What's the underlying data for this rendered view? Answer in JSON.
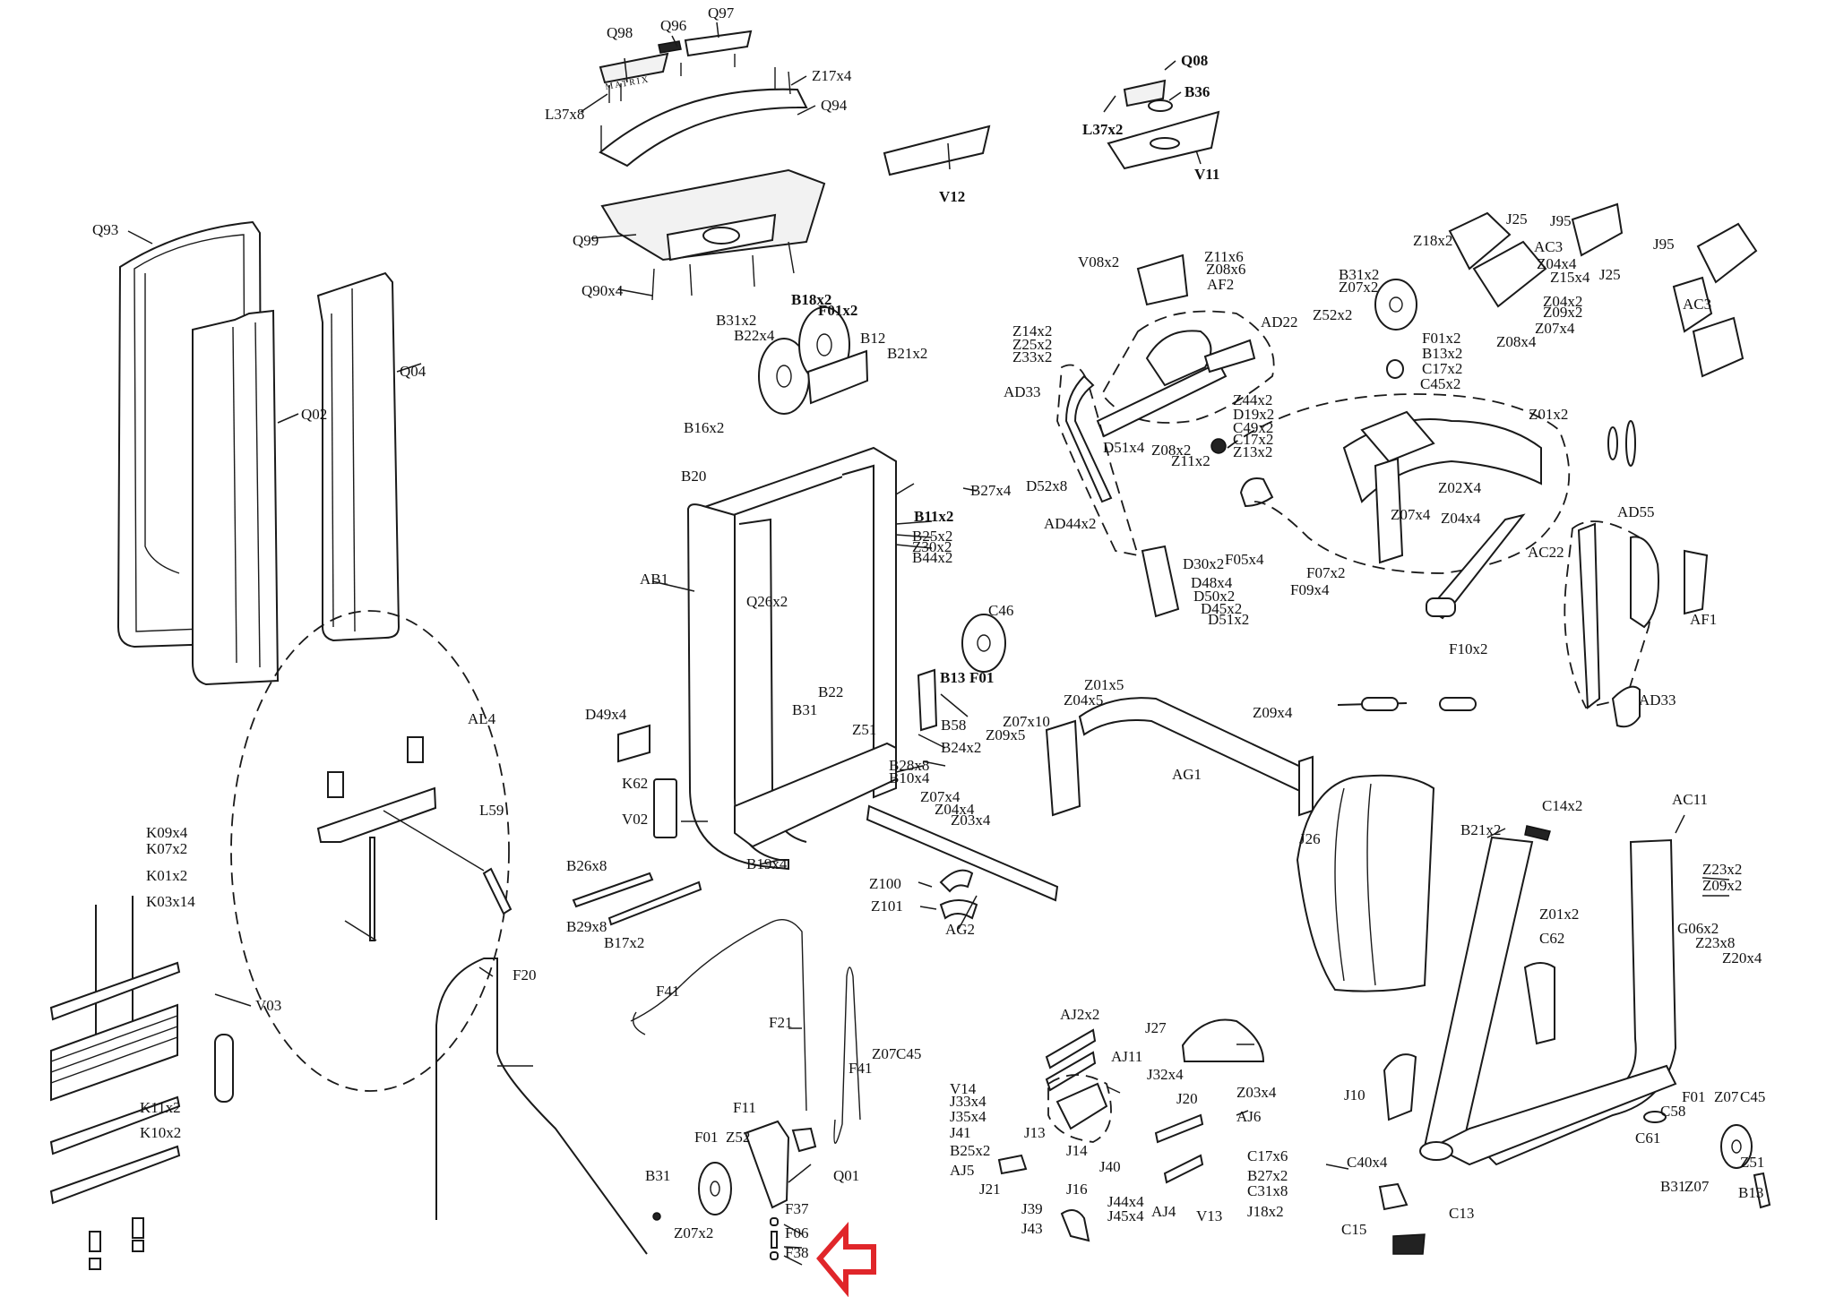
{
  "diagram": {
    "title": "Exploded parts diagram",
    "brand_text": "MATRIX",
    "highlight_color": "#e0262a",
    "highlighted_part": "F38",
    "labels": {
      "console": [
        "Q98",
        "Q96",
        "Q97",
        "Z17x4",
        "L37x8",
        "Q94",
        "Q99",
        "Q90x4"
      ],
      "shrouds": [
        "Q93",
        "Q02",
        "Q04"
      ],
      "decals": [
        "V12",
        "Q08",
        "B36",
        "L37x2",
        "V11"
      ],
      "top_pulleys": [
        "B18x2",
        "F01x2",
        "B31x2",
        "B22x4",
        "B12",
        "B21x2",
        "B16x2",
        "B20",
        "B27x4",
        "B11x2",
        "B25x2",
        "Z30x2",
        "B44x2",
        "Q26x2"
      ],
      "main_frame": [
        "AB1",
        "C46",
        "B13",
        "F01",
        "B22",
        "B31",
        "Z51",
        "B58",
        "B24x2",
        "D49x4",
        "K62",
        "B28x8",
        "B10x4",
        "V02",
        "B26x8",
        "B19x4",
        "B29x8",
        "B17x2",
        "Z07x4",
        "Z04x4",
        "Z03x4",
        "Z100",
        "Z101",
        "AG2"
      ],
      "selector": [
        "AL4",
        "L59"
      ],
      "weight_stack": [
        "K09x4",
        "K07x2",
        "K01x2",
        "K03x14",
        "V03",
        "K11x2",
        "K10x2"
      ],
      "cables": [
        "F20",
        "F41",
        "F21",
        "F41",
        "Z07",
        "C45"
      ],
      "pulley_bracket": [
        "F11",
        "F01",
        "Z52",
        "Q01",
        "B31",
        "F37",
        "F06",
        "Z07x2",
        "F38"
      ],
      "arm_assembly": [
        "V08x2",
        "Z11x6",
        "Z08x6",
        "AF2",
        "AD22",
        "Z14x2",
        "Z25x2",
        "Z33x2",
        "AD33",
        "D51x4",
        "Z08x2",
        "Z11x2",
        "Z44x2",
        "D19x2",
        "C49x2",
        "C17x2",
        "Z13x2",
        "D52x8",
        "AD44x2",
        "D30x2",
        "D48x4",
        "D50x2",
        "D45x2",
        "D51x2",
        "F05x4",
        "F07x2",
        "F09x4",
        "F10x2"
      ],
      "pads": [
        "Z18x2",
        "J25",
        "J95",
        "AC3",
        "Z04x4",
        "Z15x4",
        "Z04x2",
        "Z09x2",
        "Z07x4",
        "Z08x4",
        "J95",
        "J25",
        "AC3"
      ],
      "rear_pulley": [
        "B31x2",
        "Z07x2",
        "Z52x2",
        "F01x2",
        "B13x2",
        "C17x2",
        "C45x2",
        "Z01x2",
        "Z02X4",
        "Z07x4",
        "Z04x4",
        "AC22",
        "AD55",
        "AF1",
        "AD33"
      ],
      "front_arm": [
        "Z01x5",
        "Z04x5",
        "Z07x10",
        "Z09x5",
        "AG1",
        "Z09x4"
      ],
      "seat_frame": [
        "J26",
        "C14x2",
        "B21x2",
        "AC11",
        "Z23x2",
        "Z09x2",
        "Z01x2",
        "C62",
        "G06x2",
        "Z23x8",
        "Z20x4",
        "J10",
        "C58",
        "C61",
        "C40x4",
        "C13",
        "C15",
        "F01",
        "Z07",
        "C45",
        "Z51",
        "B31",
        "Z07",
        "B13"
      ],
      "seat_carriage": [
        "AJ2x2",
        "J27",
        "AJ11",
        "J32x4",
        "V14",
        "J33x4",
        "J35x4",
        "J20",
        "Z03x4",
        "AJ6",
        "J41",
        "J13",
        "B25x2",
        "J14",
        "AJ5",
        "J40",
        "C17x6",
        "J21",
        "J16",
        "B27x2",
        "J39",
        "J44x4",
        "C31x8",
        "J43",
        "J45x4",
        "AJ4",
        "V13",
        "J18x2"
      ]
    }
  }
}
